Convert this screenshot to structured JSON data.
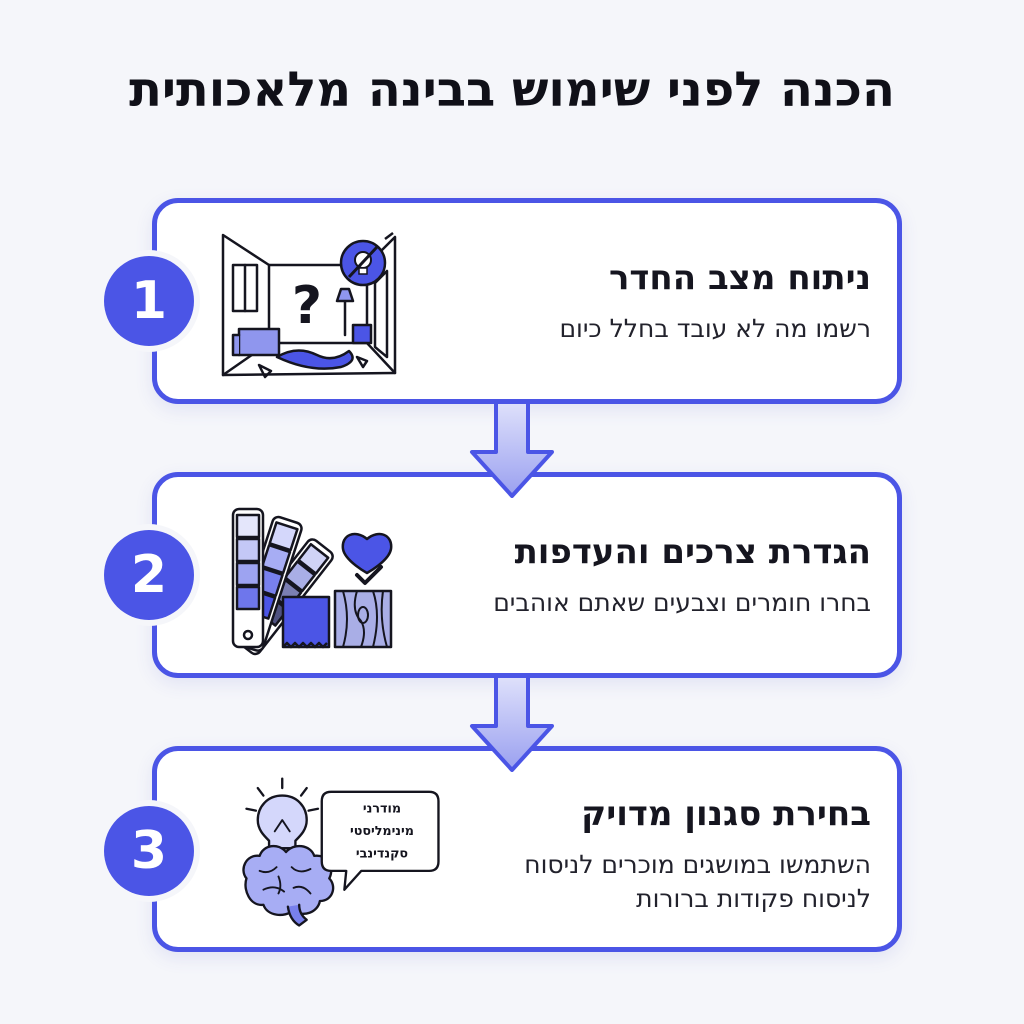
{
  "title": "הכנה לפני שימוש בבינה מלאכותית",
  "colors": {
    "accent": "#4b55e6",
    "accent_light": "#8f96ee",
    "background": "#f5f6fa",
    "text": "#15151f"
  },
  "steps": [
    {
      "number": "1",
      "heading": "ניתוח מצב החדר",
      "description": "רשמו מה לא עובד בחלל כיום",
      "illustration": "messy-room-icon"
    },
    {
      "number": "2",
      "heading": "הגדרת צרכים והעדפות",
      "description": "בחרו חומרים וצבעים שאתם אוהבים",
      "illustration": "color-swatches-icon"
    },
    {
      "number": "3",
      "heading": "בחירת סגנון מדויק",
      "description_line1": "השתמשו במושגים מוכרים לניסוח",
      "description_line2": "לניסוח פקודות ברורות",
      "illustration": "brain-idea-icon",
      "speech_bubble": [
        "מודרני",
        "מינימליסטי",
        "סקנדינבי"
      ]
    }
  ]
}
